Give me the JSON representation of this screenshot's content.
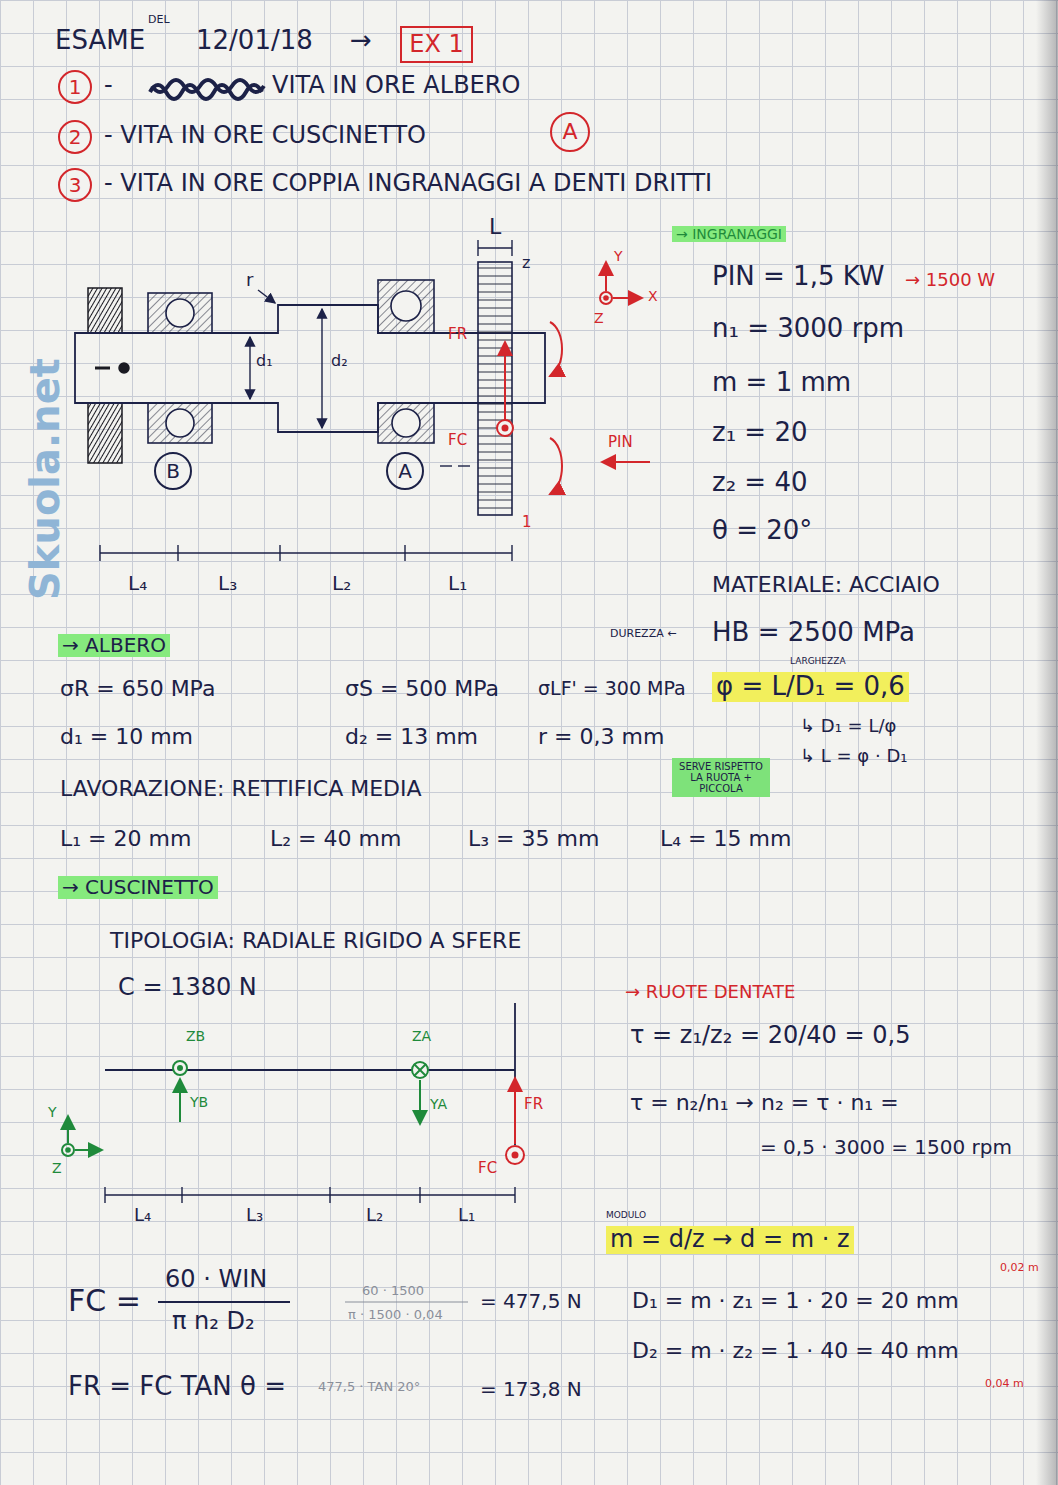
{
  "diagram": {
    "nodes": [
      {
        "text": [
          "EX 1"
        ]
      },
      {
        "text": [
          "1"
        ]
      },
      {
        "text": [
          "2"
        ]
      },
      {
        "text": [
          "A"
        ]
      },
      {
        "text": [
          "3"
        ]
      },
      {
        "text": [
          "B"
        ]
      },
      {
        "text": [
          "A"
        ]
      },
      {
        "text": [
          "SERVE RISPETTO LA RUOTA + PICCOLA"
        ]
      }
    ],
    "labels": [
      "ESAME",
      "DEL",
      "12/01/18",
      "→",
      "-",
      "VITA IN ORE ALBERO",
      "- VITA IN ORE CUSCINETTO",
      "- VITA IN ORE COPPIA INGRANAGGI A DENTI DRITTI",
      "L",
      "z",
      "r",
      "d₁",
      "d₂",
      "FR",
      "FC",
      "1",
      "PIN",
      "Y",
      "X",
      "Z",
      "L₄",
      "L₃",
      "L₂",
      "L₁",
      "→ INGRANAGGI",
      "PIN = 1,5 KW",
      "→ 1500 W",
      "n₁ = 3000 rpm",
      "m = 1 mm",
      "z₁ = 20",
      "z₂ = 40",
      "θ = 20°",
      "MATERIALE: ACCIAIO",
      "DUREZZA ←",
      "HB = 2500 MPa",
      "LARGHEZZA",
      "φ = L/D₁ = 0,6",
      "↳ D₁ = L/φ",
      "↳ L = φ · D₁",
      "→ ALBERO",
      "σR = 650 MPa",
      "σS = 500 MPa",
      "σLF' = 300 MPa",
      "d₁ = 10 mm",
      "d₂ = 13 mm",
      "r = 0,3 mm",
      "LAVORAZIONE: RETTIFICA MEDIA",
      "L₁ = 20 mm",
      "L₂ = 40 mm",
      "L₃ = 35 mm",
      "L₄ = 15 mm",
      "→ CUSCINETTO",
      "TIPOLOGIA: RADIALE RIGIDO A SFERE",
      "C = 1380 N",
      "ZB",
      "YB",
      "ZA",
      "YA",
      "FR",
      "FC",
      "Y",
      "Z",
      "L₄",
      "L₃",
      "L₂",
      "L₁",
      "→ RUOTE DENTATE",
      "τ = z₁/z₂ = 20/40 = 0,5",
      "τ = n₂/n₁ → n₂ = τ · n₁ =",
      "= 0,5 · 3000 = 1500 rpm",
      "MODULO",
      "m = d/z → d = m · z",
      "D₁ = m · z₁ = 1 · 20 = 20 mm",
      "0,02 m",
      "D₂ = m · z₂ = 1 · 40 = 40 mm",
      "0,04 m",
      "FC =",
      "60 · WIN",
      "π n₂ D₂",
      "60 · 1500",
      "π · 1500 · 0,04",
      "= 477,5 N",
      "FR = FC TAN θ =",
      "477,5 · TAN 20°",
      "= 173,8 N",
      "Skuola.net"
    ]
  }
}
